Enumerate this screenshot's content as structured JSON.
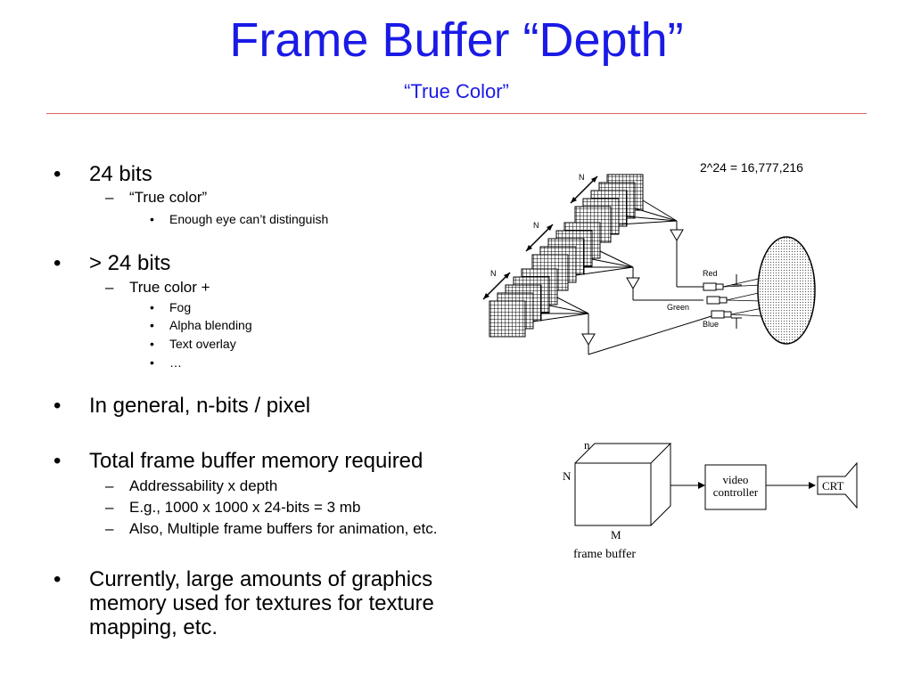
{
  "title": "Frame Buffer “Depth”",
  "subtitle": "“True Color”",
  "bullets": {
    "b1": {
      "marker": "•",
      "text": "24 bits",
      "sub1": {
        "marker": "–",
        "text": "“True color”"
      },
      "sub1_items": [
        {
          "marker": "•",
          "text": "Enough eye can’t distinguish"
        }
      ]
    },
    "b2": {
      "marker": "•",
      "text": "> 24 bits",
      "sub1": {
        "marker": "–",
        "text": "True color +"
      },
      "sub1_items": [
        {
          "marker": "•",
          "text": "Fog"
        },
        {
          "marker": "•",
          "text": "Alpha blending"
        },
        {
          "marker": "•",
          "text": "Text overlay"
        },
        {
          "marker": "•",
          "text": "…"
        }
      ]
    },
    "b3": {
      "marker": "•",
      "text": "In general, n-bits / pixel"
    },
    "b4": {
      "marker": "•",
      "text": "Total frame buffer memory required",
      "subs": [
        {
          "marker": "–",
          "text": "Addressability x depth"
        },
        {
          "marker": "–",
          "text": "E.g., 1000 x 1000 x 24-bits = 3 mb"
        },
        {
          "marker": "–",
          "text": "Also, Multiple frame buffers for animation, etc."
        }
      ]
    },
    "b5": {
      "marker": "•",
      "text": "Currently, large amounts of graphics memory used for textures for texture mapping, etc."
    }
  },
  "diagram_rgb": {
    "equation": "2^24 = 16,777,216",
    "n_labels": [
      "N",
      "N",
      "N"
    ],
    "gun_labels": {
      "red": "Red",
      "green": "Green",
      "blue": "Blue"
    }
  },
  "diagram_fb": {
    "n_label": "n",
    "N_label": "N",
    "M_label": "M",
    "caption": "frame buffer",
    "controller_line1": "video",
    "controller_line2": "controller",
    "crt_label": "CRT"
  },
  "colors": {
    "title": "#1a1ae6",
    "rule": "#e06060"
  }
}
